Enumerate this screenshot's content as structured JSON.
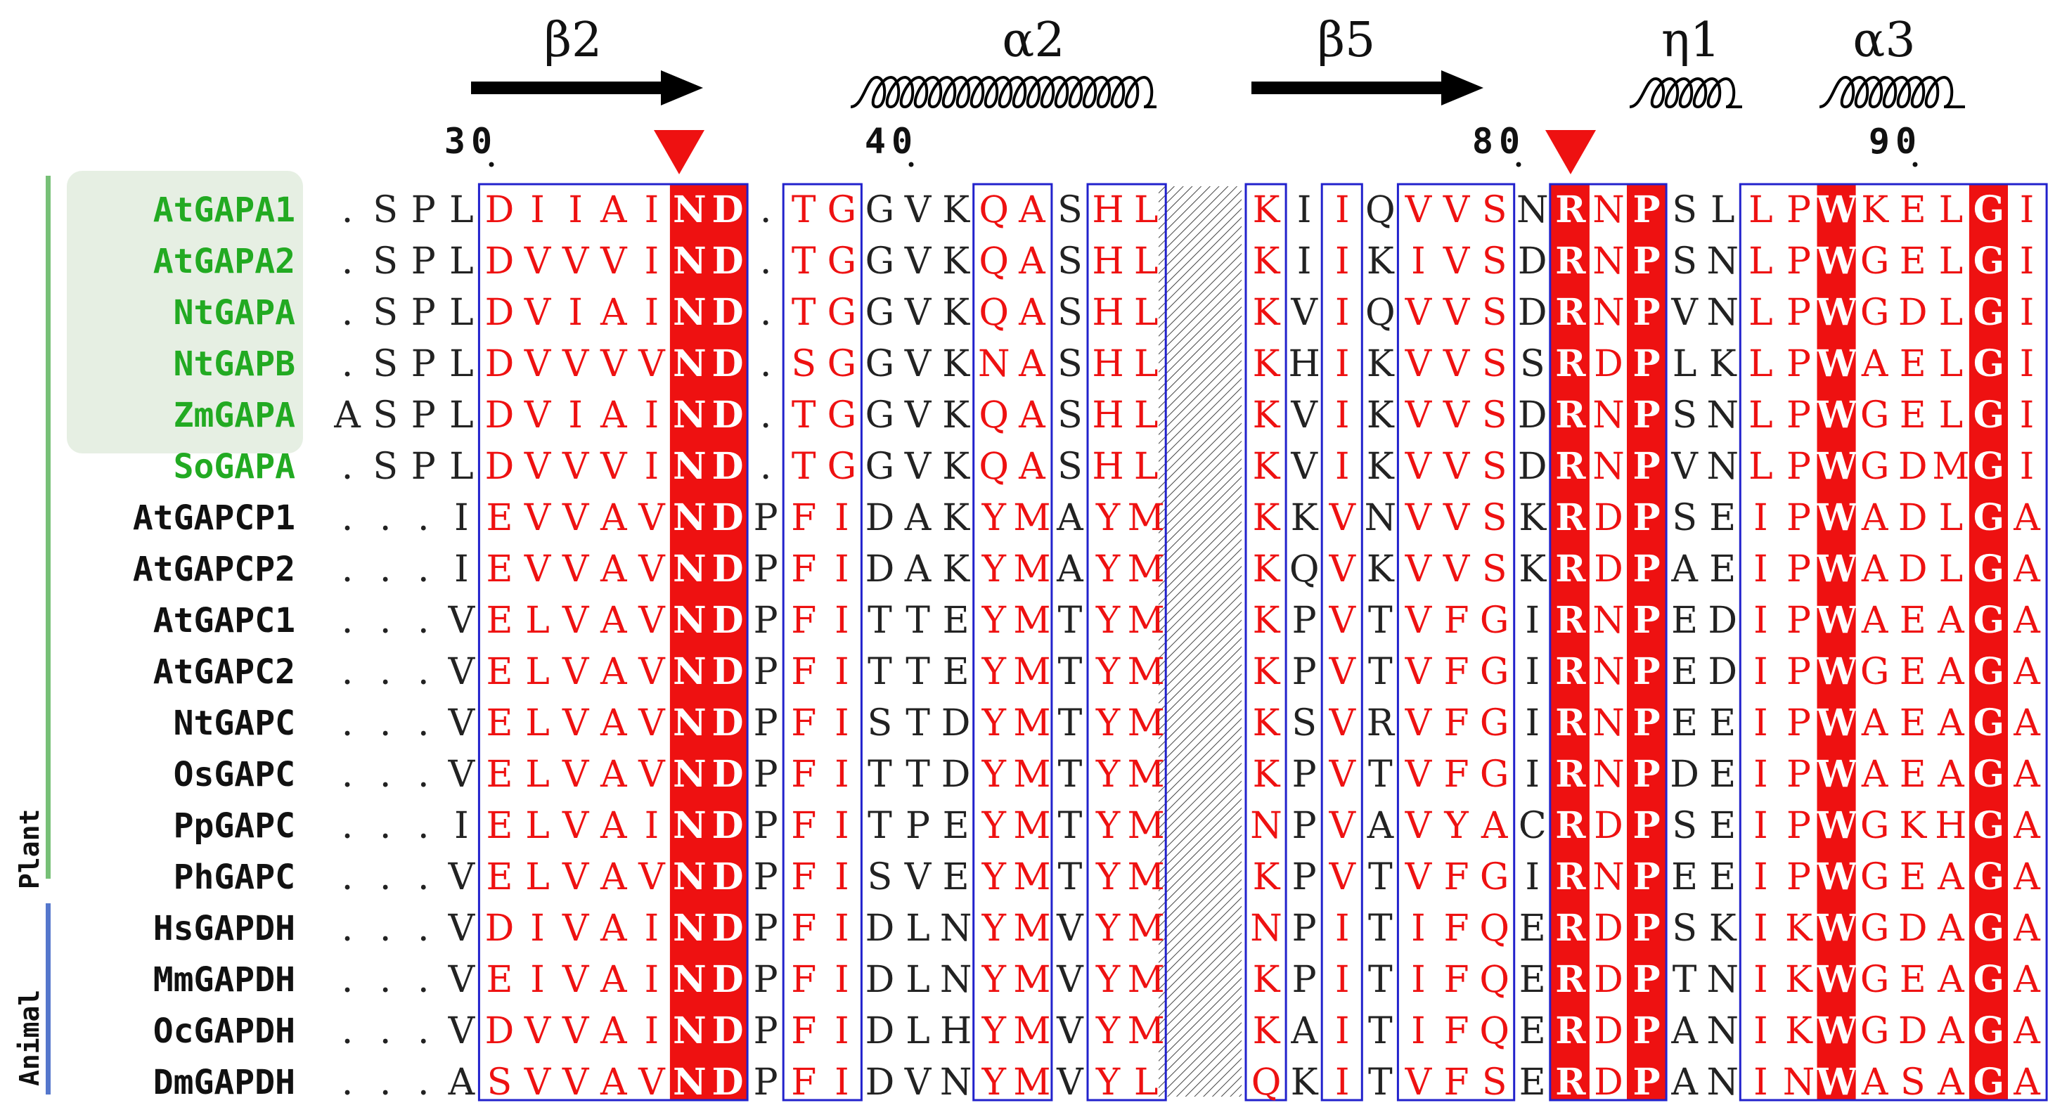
{
  "colors": {
    "conserved_bg": "#ee1111",
    "similar_text": "#ee1111",
    "box_line": "#2222cc",
    "green_name": "#22aa22",
    "green_bg": "#e6efe3",
    "plant_bar": "#77c077",
    "animal_bar": "#5577cc"
  },
  "secondary_structure": [
    {
      "label": "β2",
      "type": "strand"
    },
    {
      "label": "α2",
      "type": "helix"
    },
    {
      "label": "β5",
      "type": "strand"
    },
    {
      "label": "η1",
      "type": "helix"
    },
    {
      "label": "α3",
      "type": "helix"
    }
  ],
  "position_numbers": [
    "30",
    "40",
    "80",
    "90"
  ],
  "markers": [
    "red-triangle",
    "red-triangle"
  ],
  "groups": [
    {
      "label": "Plant"
    },
    {
      "label": "Animal"
    }
  ],
  "sequences": [
    {
      "name": "AtGAPA1",
      "green": true,
      "left": ".SPLDIIAIND.TGGVKQASHL",
      "right": "KIIQVVSNRNPSLLPWKELGI"
    },
    {
      "name": "AtGAPA2",
      "green": true,
      "left": ".SPLDVVVIND.TGGVKQASHL",
      "right": "KIIKIVSDRNPSNLPWGELGI"
    },
    {
      "name": "NtGAPA",
      "green": true,
      "left": ".SPLDVIAIND.TGGVKQASHL",
      "right": "KVIQVVSDRNPVNLPWGDLGI"
    },
    {
      "name": "NtGAPB",
      "green": true,
      "left": ".SPLDVVVVND.SGGVKNASHL",
      "right": "KHIKVVSSRDPLKLPWAELGI"
    },
    {
      "name": "ZmGAPA",
      "green": true,
      "left": "ASPLDVIAIND.TGGVKQASHL",
      "right": "KVIKVVSDRNPSNLPWGELGI"
    },
    {
      "name": "SoGAPA",
      "green": true,
      "left": ".SPLDVVVIND.TGGVKQASHL",
      "right": "KVIKVVSDRNPVNLPWGDMGI"
    },
    {
      "name": "AtGAPCP1",
      "green": false,
      "left": "...IEVVAVNDPFIDAKYMAYM",
      "right": "KKVNVVSKRDPSEIPWADLGA"
    },
    {
      "name": "AtGAPCP2",
      "green": false,
      "left": "...IEVVAVNDPFIDAKYMAYM",
      "right": "KQVKVVSKRDPAEIPWADLGA"
    },
    {
      "name": "AtGAPC1",
      "green": false,
      "left": "...VELVAVNDPFITTEYMTYM",
      "right": "KPVTVFGIRNPEDIPWAEAGA"
    },
    {
      "name": "AtGAPC2",
      "green": false,
      "left": "...VELVAVNDPFITTEYMTYM",
      "right": "KPVTVFGIRNPEDIPWGEAGA"
    },
    {
      "name": "NtGAPC",
      "green": false,
      "left": "...VELVAVNDPFISTDYMTYM",
      "right": "KSVRVFGIRNPEEIPWAEAGA"
    },
    {
      "name": "OsGAPC",
      "green": false,
      "left": "...VELVAVNDPFITTDYMTYM",
      "right": "KPVTVFGIRNPDEIPWAEAGA"
    },
    {
      "name": "PpGAPC",
      "green": false,
      "left": "...IELVAINDPFITPEYMTYM",
      "right": "NPVAVYACRDPSEIPWGKHGA"
    },
    {
      "name": "PhGAPC",
      "green": false,
      "left": "...VELVAVNDPFISVEYMTYM",
      "right": "KPVTVFGIRNPEEIPWGEAGA"
    },
    {
      "name": "HsGAPDH",
      "green": false,
      "left": "...VDIVAINDPFIDLNYMVYM",
      "right": "NPITIFQERDPSKIKWGDAGA"
    },
    {
      "name": "MmGAPDH",
      "green": false,
      "left": "...VEIVAINDPFIDLNYMVYM",
      "right": "KPITIFQERDPTNIKWGEAGA"
    },
    {
      "name": "OcGAPDH",
      "green": false,
      "left": "...VDVVAINDPFIDLHYMVYM",
      "right": "KAITIFQERDPANIKWGDAGA"
    },
    {
      "name": "DmGAPDH",
      "green": false,
      "left": "...ASVVAVNDPFIDVNYMVYL",
      "right": "QKITVFSERDPANINWASAGA"
    }
  ]
}
